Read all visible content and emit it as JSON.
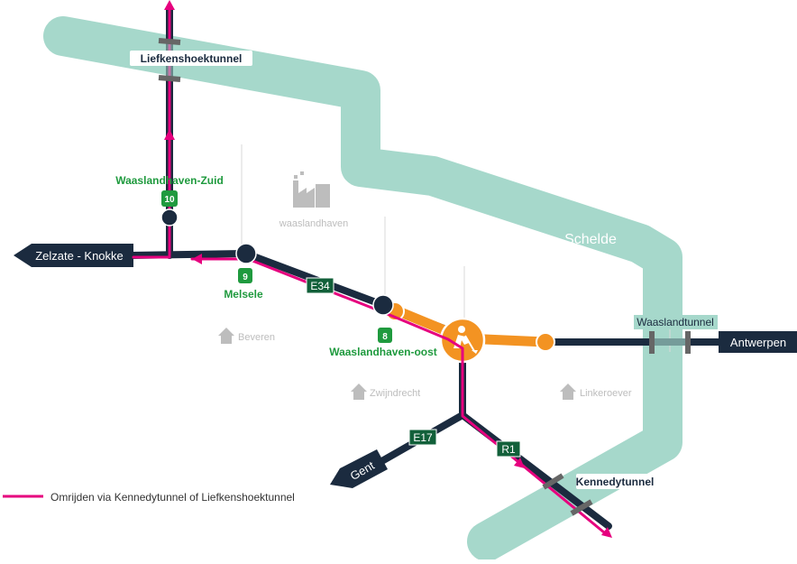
{
  "river": {
    "label": "Schelde",
    "color": "#a6d8cb"
  },
  "colors": {
    "road": "#1b2b3f",
    "detour": "#e6007e",
    "works": "#f39322",
    "exit": "#1f9a3e",
    "shield": "#12603a",
    "tunnel": "#777777",
    "place": "#bdbdbd"
  },
  "tunnels": {
    "liefkenshoek": "Liefkenshoektunnel",
    "waasland": "Waaslandtunnel",
    "kennedy": "Kennedytunnel"
  },
  "destinations": {
    "west": "Zelzate - Knokke",
    "east": "Antwerpen",
    "south": "Gent"
  },
  "roads": {
    "e34": "E34",
    "e17": "E17",
    "r1": "R1"
  },
  "exits": [
    {
      "number": "10",
      "name": "Waaslandhaven-Zuid"
    },
    {
      "number": "9",
      "name": "Melsele"
    },
    {
      "number": "8",
      "name": "Waaslandhaven-oost"
    }
  ],
  "places": {
    "industry": "waaslandhaven",
    "beveren": "Beveren",
    "zwijndrecht": "Zwijndrecht",
    "linkeroever": "Linkeroever"
  },
  "icons": {
    "roadworks": "roadworks-worker-icon",
    "place": "house-icon",
    "industry": "factory-icon"
  },
  "legend": {
    "label": "Omrijden via Kennedytunnel of Liefkenshoektunnel"
  }
}
